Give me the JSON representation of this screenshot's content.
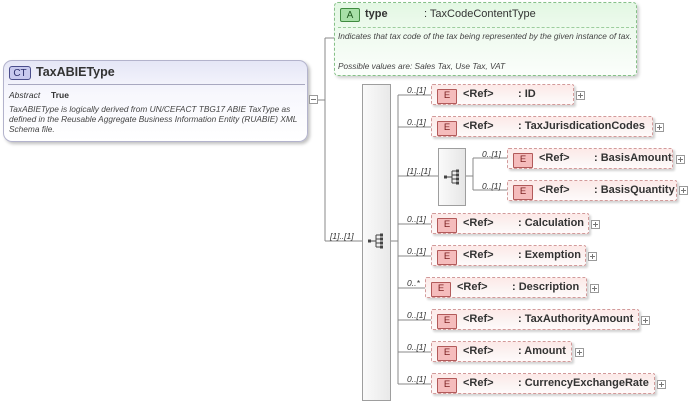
{
  "complex_type": {
    "badge": "CT",
    "name": "TaxABIEType",
    "abstract_label": "Abstract",
    "abstract_value": "True",
    "documentation": "TaxABIEType is logically derived from UN/CEFACT TBG17 ABIE TaxType as defined in the Reusable Aggregate Business Information Entity (RUABIE) XML Schema file."
  },
  "attribute": {
    "badge": "A",
    "name": "type",
    "type": ": TaxCodeContentType",
    "doc_line1": "Indicates that tax code of the tax being represented by the given instance of tax.",
    "doc_line2": "Possible values are: Sales Tax, Use Tax, VAT"
  },
  "sequence": {
    "cardinality": "[1]..[1]"
  },
  "choice": {
    "cardinality": "[1]..[1]"
  },
  "elements": [
    {
      "badge": "E",
      "ref": "<Ref>",
      "name": ": ID",
      "cardinality": "0..[1]"
    },
    {
      "badge": "E",
      "ref": "<Ref>",
      "name": ": TaxJurisdicationCodes",
      "cardinality": "0..[1]"
    },
    {
      "badge": "E",
      "ref": "<Ref>",
      "name": ": BasisAmount",
      "cardinality": "0..[1]"
    },
    {
      "badge": "E",
      "ref": "<Ref>",
      "name": ": BasisQuantity",
      "cardinality": "0..[1]"
    },
    {
      "badge": "E",
      "ref": "<Ref>",
      "name": ": Calculation",
      "cardinality": "0..[1]"
    },
    {
      "badge": "E",
      "ref": "<Ref>",
      "name": ": Exemption",
      "cardinality": "0..[1]"
    },
    {
      "badge": "E",
      "ref": "<Ref>",
      "name": ": Description",
      "cardinality": "0..*"
    },
    {
      "badge": "E",
      "ref": "<Ref>",
      "name": ": TaxAuthorityAmount",
      "cardinality": "0..[1]"
    },
    {
      "badge": "E",
      "ref": "<Ref>",
      "name": ": Amount",
      "cardinality": "0..[1]"
    },
    {
      "badge": "E",
      "ref": "<Ref>",
      "name": ": CurrencyExchangeRate",
      "cardinality": "0..[1]"
    }
  ]
}
